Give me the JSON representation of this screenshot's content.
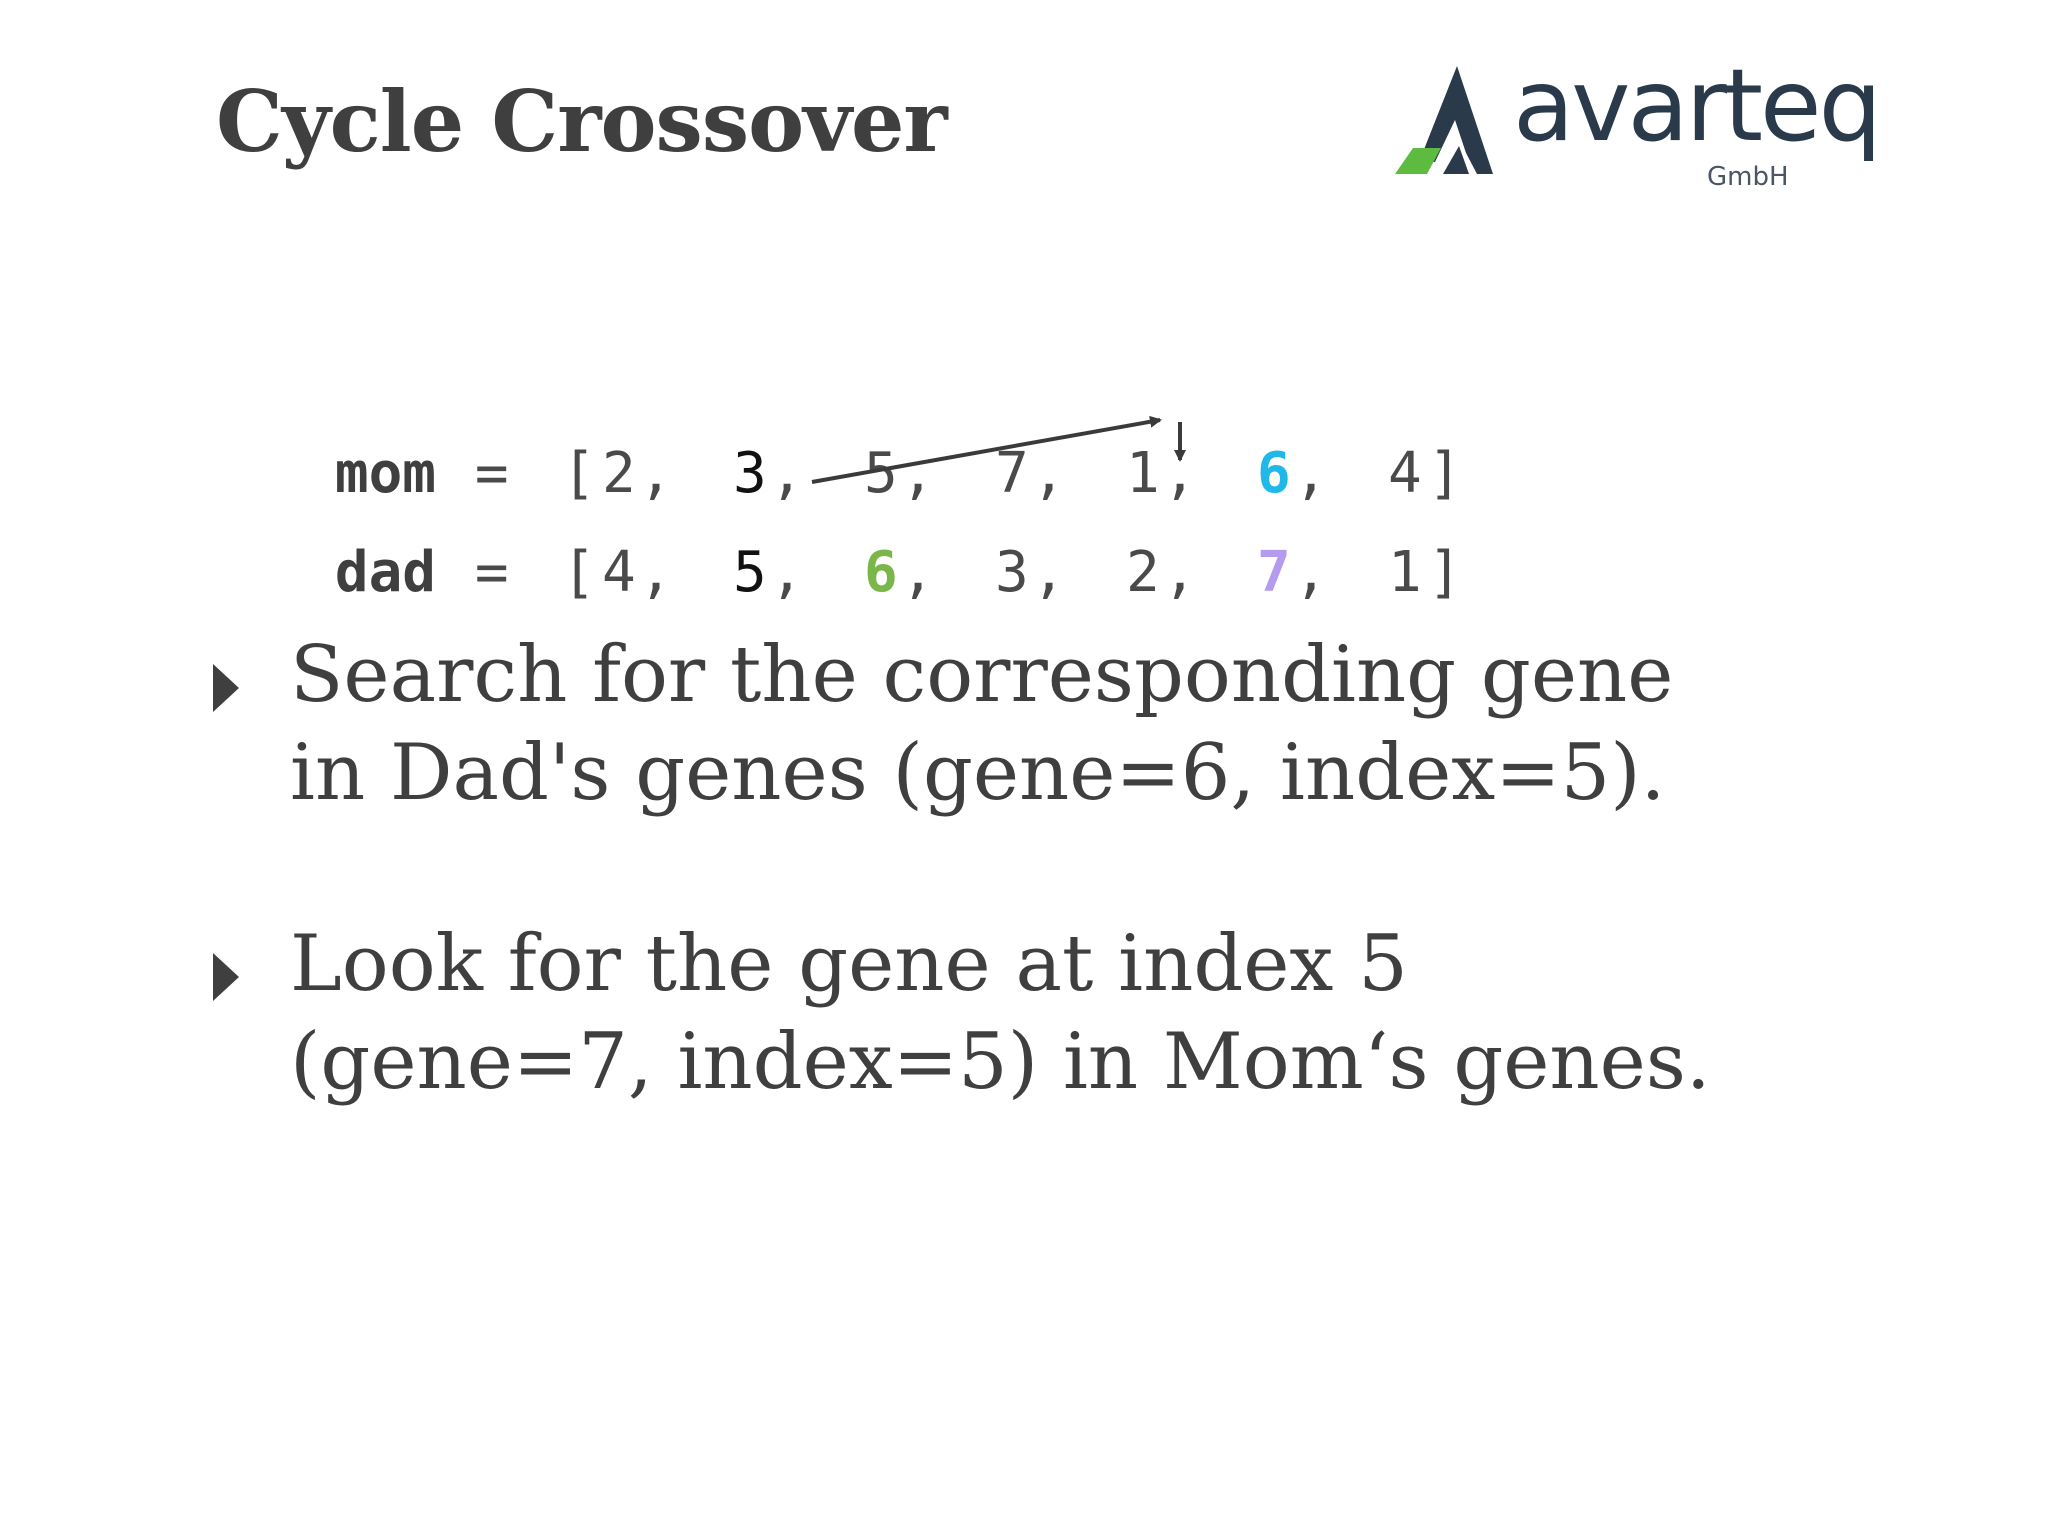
{
  "slide": {
    "title": "Cycle Crossover",
    "logo": {
      "name": "avarteq",
      "subtitle": "GmbH"
    },
    "code": {
      "mom": {
        "name": "mom",
        "equals": "=",
        "open": "[",
        "close": "]",
        "values": [
          "2",
          "3",
          "5",
          "7",
          "1",
          "6",
          "4"
        ]
      },
      "dad": {
        "name": "dad",
        "equals": "=",
        "open": "[",
        "close": "]",
        "values": [
          "4",
          "5",
          "6",
          "3",
          "2",
          "7",
          "1"
        ]
      },
      "separator": ","
    },
    "colors": {
      "text": "#3f3f3f",
      "highlight_mom_6": "#1fb8e8",
      "highlight_dad_6": "#7ab648",
      "highlight_dad_7": "#b59bf0",
      "logo_dark": "#2b3a4a",
      "logo_green": "#5dbb3f"
    },
    "bullets": [
      "Search for the corresponding gene in Dad's genes (gene=6, index=5).",
      "Look for the gene at index 5 (gene=7, index=5) in Mom‘s genes."
    ],
    "bullet_icon": "triangle-right-icon"
  }
}
